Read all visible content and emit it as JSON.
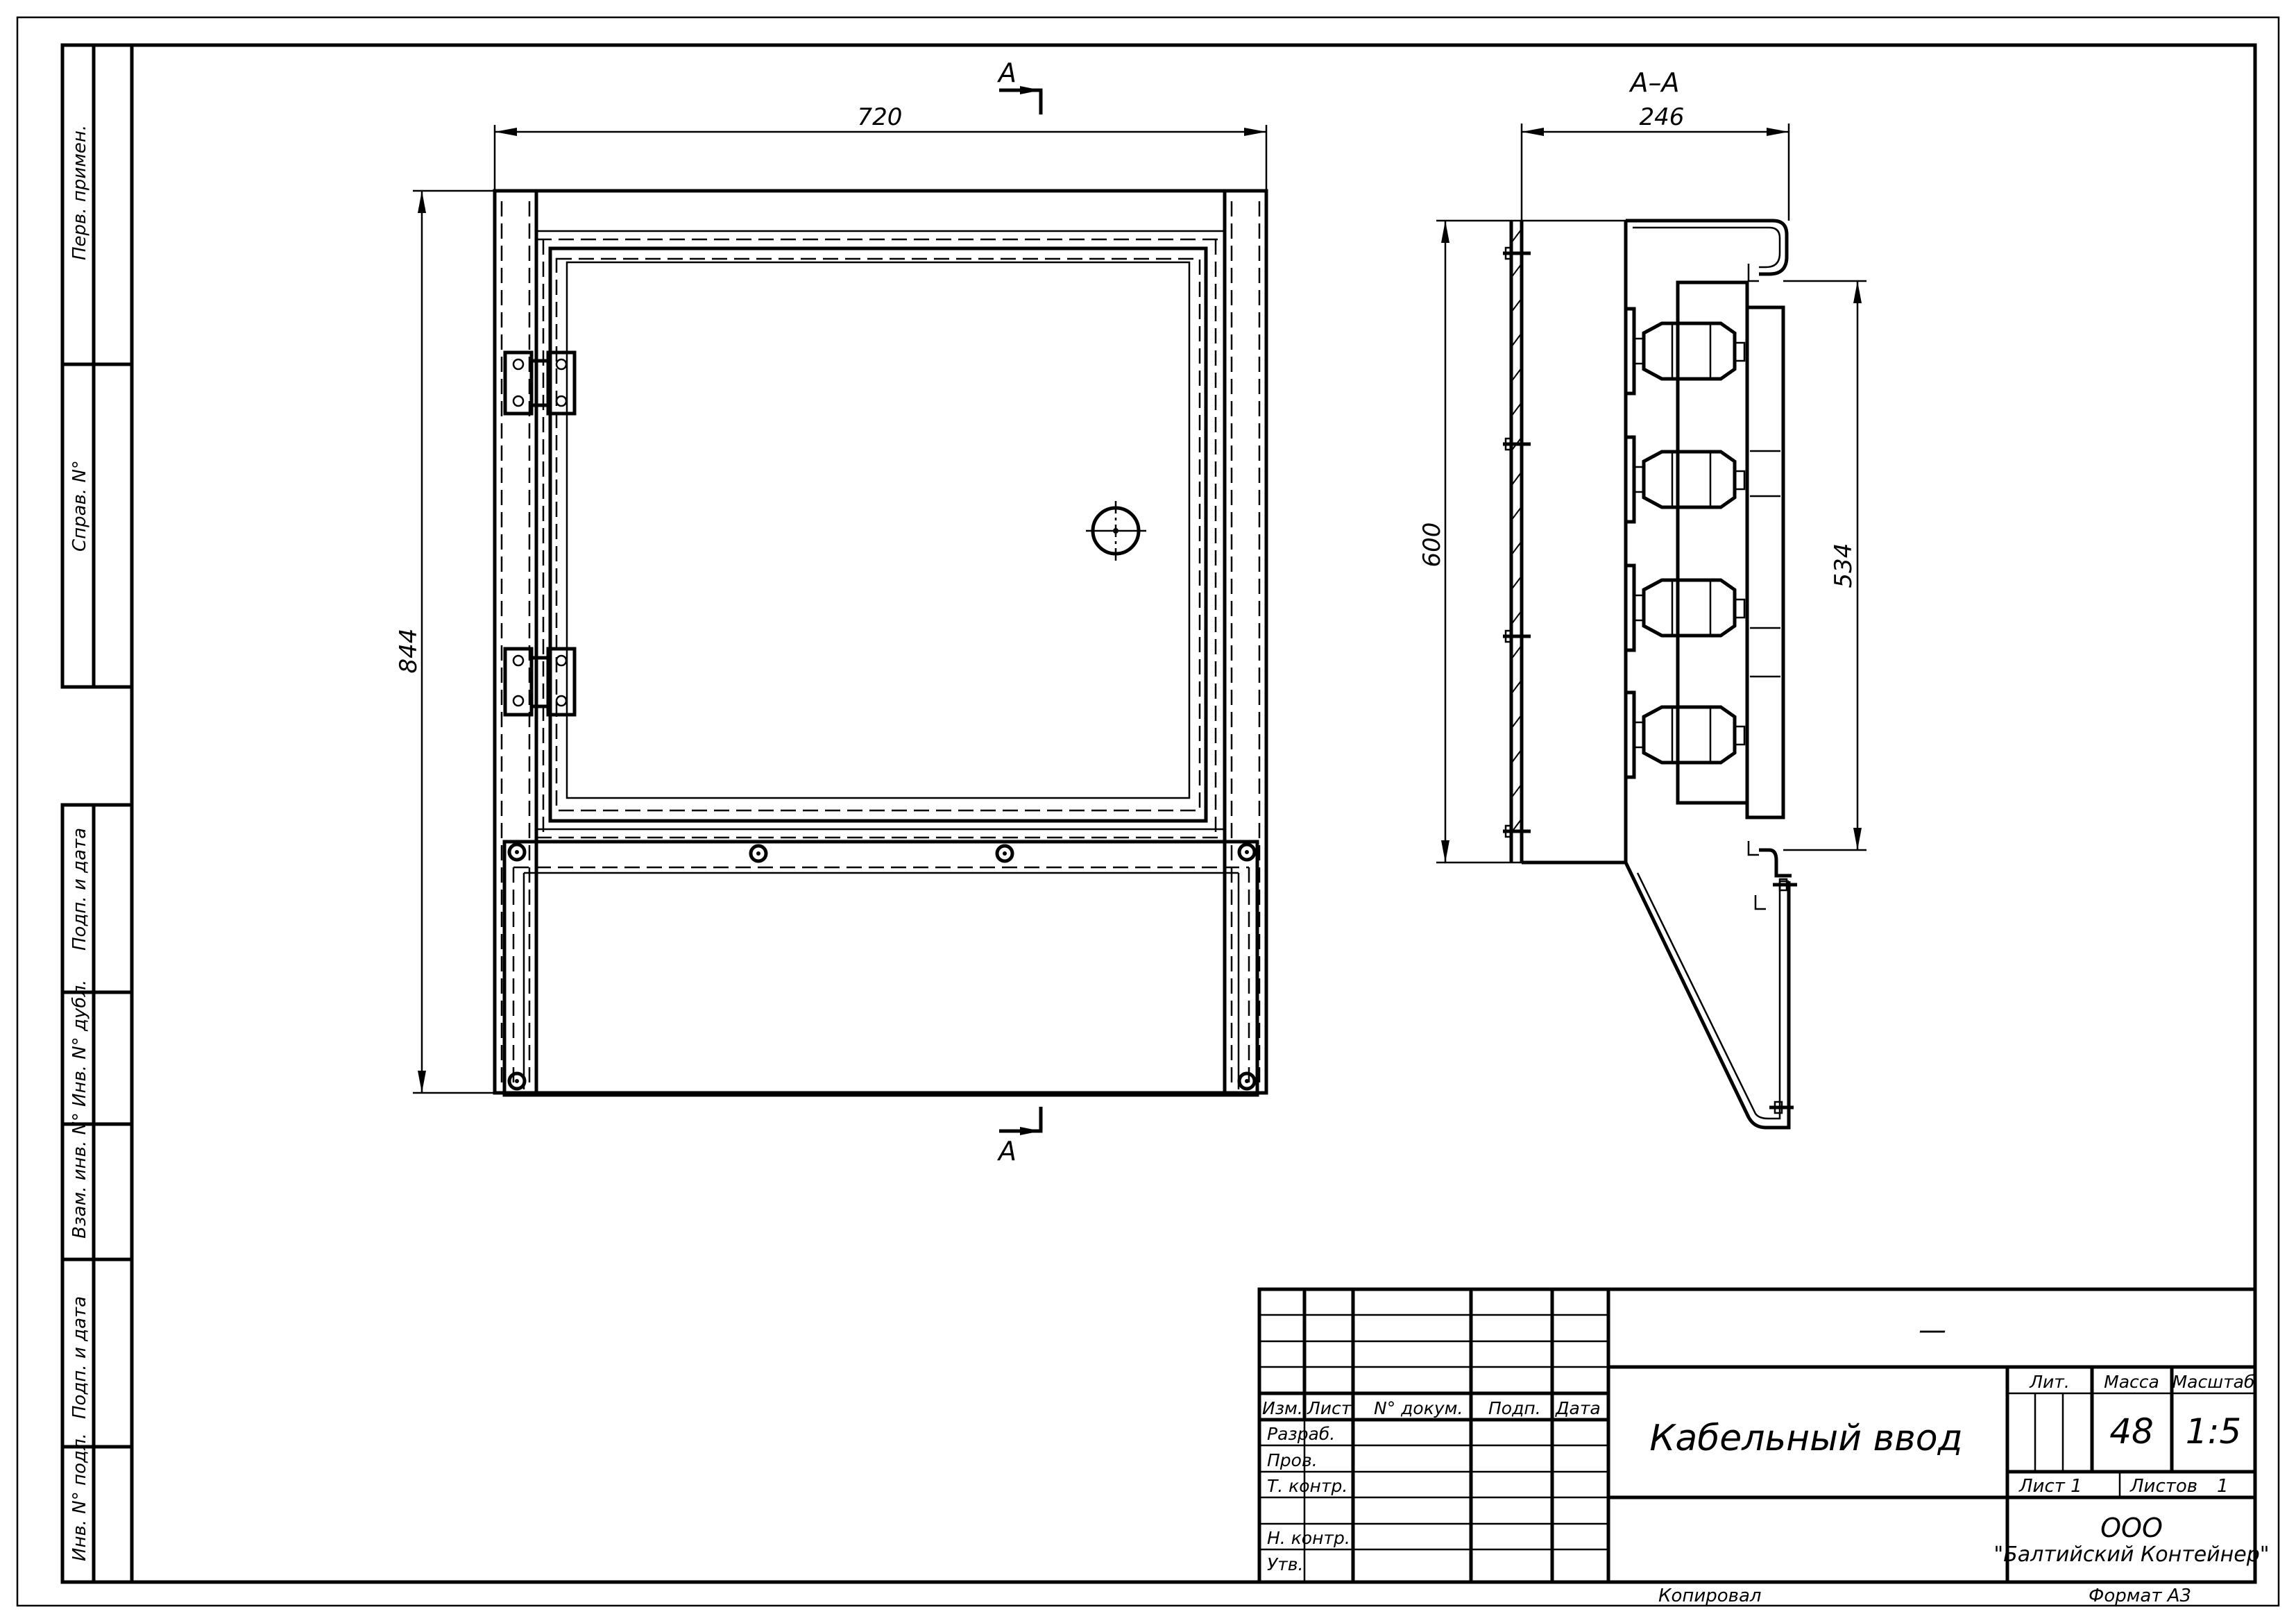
{
  "side_stamps": [
    {
      "id": "perv-primen",
      "label": "Перв. примен."
    },
    {
      "id": "sprav-no",
      "label": "Справ. N°"
    },
    {
      "id": "podp-data-1",
      "label": "Подп. и дата"
    },
    {
      "id": "inv-dubl",
      "label": "Инв. N° дубл."
    },
    {
      "id": "vzam-inv",
      "label": "Взам. инв. N°"
    },
    {
      "id": "podp-data-2",
      "label": "Подп. и дата"
    },
    {
      "id": "inv-podl",
      "label": "Инв. N° подл."
    }
  ],
  "front_view": {
    "section_mark": "A",
    "width_dim": "720",
    "height_dim": "844"
  },
  "section_view": {
    "title": "A–A",
    "depth_dim": "246",
    "height_dim": "600",
    "inner_dim": "534"
  },
  "title_block": {
    "designation": "—",
    "name": "Кабельный ввод",
    "col_headers": {
      "izm": "Изм.",
      "list": "Лист",
      "dokum": "N° докум.",
      "podp": "Подп.",
      "data": "Дата"
    },
    "roles": {
      "razrab": "Разраб.",
      "prov": "Пров.",
      "tkontr": "Т. контр.",
      "nkontr": "Н. контр.",
      "utv": "Утв."
    },
    "lit_label": "Лит.",
    "massa_label": "Масса",
    "masshtab_label": "Масштаб",
    "mass": "48",
    "scale": "1:5",
    "sheet": "Лист 1",
    "sheets": "Листов",
    "sheets_count": "1",
    "org_line1": "ООО",
    "org_line2": "\"Балтийский Контейнер\""
  },
  "footer": {
    "copied": "Копировал",
    "format": "Формат А3"
  }
}
